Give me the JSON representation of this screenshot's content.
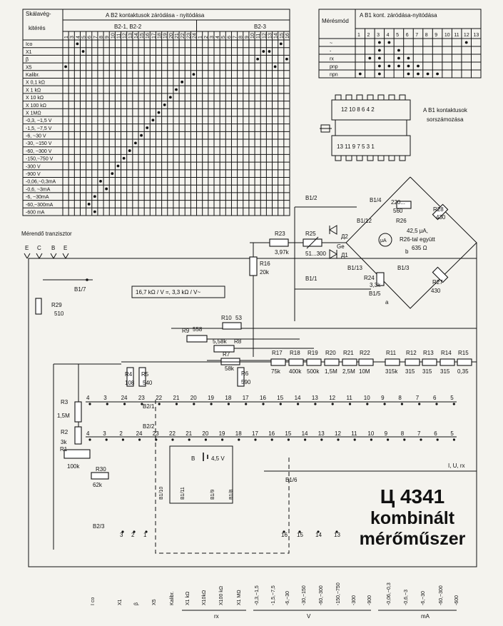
{
  "left_table": {
    "header_col1": "Skálavég-kitérés",
    "header_main": "A B2 kontaktusok záródása - nyitódása",
    "group1": "B2-1, B2-2",
    "group2": "B2-3",
    "contact_numbers": [
      "1",
      "3",
      "4",
      "5",
      "6",
      "7",
      "8",
      "9",
      "10",
      "11",
      "12",
      "13",
      "14",
      "15",
      "16",
      "17",
      "18",
      "19",
      "20",
      "21",
      "22",
      "23",
      "24",
      "1",
      "2",
      "3",
      "4",
      "5",
      "6",
      "7",
      "8",
      "9",
      "10",
      "11",
      "12",
      "13",
      "14",
      "15",
      "16"
    ],
    "rows": [
      "Ico",
      "X1",
      "β",
      "X5",
      "Kalibr.",
      "X 0,1 kΩ",
      "X 1 kΩ",
      "X 10 kΩ",
      "X 100 kΩ",
      "X 1MΩ",
      "-0,3, ~1,5 V",
      "-1,5, ~7,5 V",
      "-6, ~30 V",
      "-30, ~150 V",
      "-60, ~300 V",
      "-150,~750 V",
      "-300 V",
      "-900 V",
      "-0,06,~0,3mA",
      "-0,6, ~3mA",
      "-6, ~30mA",
      "-60,~300mA",
      "-600 mA"
    ]
  },
  "right_table": {
    "header_col1": "Mérésmód",
    "header_main": "A B1 kont. záródása-nyitódása",
    "contact_numbers": [
      "1",
      "2",
      "3",
      "4",
      "5",
      "6",
      "7",
      "8",
      "9",
      "10",
      "11",
      "12",
      "13"
    ],
    "rows": [
      "~",
      "-",
      "rx",
      "pnp",
      "npn"
    ]
  },
  "b1_caption": "A B1 kontaktusok sorszámozása",
  "b1_top_numbers": "12 10 8 6 4 2",
  "b1_bottom_numbers": "13 11 9 7 5 3 1",
  "transistor_label": "Mérendő tranzisztor",
  "transistor_pins": [
    "E",
    "C",
    "B",
    "E"
  ],
  "sensitivity": "16,7 kΩ / V =,   3,3 kΩ / V~",
  "components": {
    "r29": "R29",
    "r29v": "510",
    "b17": "B1/7",
    "r23": "R23",
    "r23v": "3,97k",
    "r25": "R25",
    "r25v": "51...300",
    "r16": "R16",
    "r16v": "20k",
    "b11": "B1/1",
    "b12": "B1/2",
    "b14": "B1/4",
    "b112": "B1/12",
    "b113": "B1/13",
    "b13": "B1/3",
    "b15": "B1/5",
    "d1": "Д1",
    "d2": "Д2",
    "ge": "Ge",
    "r26": "R26",
    "r26v1": "220...",
    "r26v2": "560",
    "r28": "R28",
    "r28v": "430",
    "r27": "R27",
    "r27v": "430",
    "r24": "R24",
    "r24v": "3,3k",
    "meter": "μA",
    "meter_info1": "42,5 μA,",
    "meter_info2": "R26-tal együtt",
    "meter_info3": "635 Ω",
    "pa": "a",
    "pb": "b",
    "r10": "R10",
    "r10v": "53",
    "r9": "R9",
    "r9v": "558",
    "r8": "R8",
    "r8v": "5,58k",
    "r7": "R7",
    "r7v": "58k",
    "r6": "R6",
    "r6v": "590",
    "r4": "R4",
    "r4v": "108",
    "r5": "R5",
    "r5v": "540",
    "r3": "R3",
    "r3v": "1,5M",
    "r2": "R2",
    "r2v": "3k",
    "r1": "R1",
    "r1v": "100k",
    "r30": "R30",
    "r30v": "62k",
    "r17": "R17",
    "r17v": "75k",
    "r18": "R18",
    "r18v": "400k",
    "r19": "R19",
    "r19v": "500k",
    "r20": "R20",
    "r20v": "1,5M",
    "r21": "R21",
    "r21v": "2,5M",
    "r22": "R22",
    "r22v": "10M",
    "r11": "R11",
    "r11v": "315k",
    "r12": "R12",
    "r12v": "315",
    "r13": "R13",
    "r13v": "315",
    "r14": "R14",
    "r14v": "315",
    "r15": "R15",
    "r15v": "0,35",
    "b21": "B2/1",
    "b22": "B2/2",
    "b23": "B2/3",
    "b110": "B1/10",
    "b111": "B1/11",
    "b19": "B1/9",
    "b18": "B1/8",
    "b16": "B1/6",
    "battery": "B",
    "battery_v": "4,5 V",
    "iur": "I, U, rx"
  },
  "switch_row1": [
    "4",
    "3",
    "24",
    "23",
    "22",
    "21",
    "20",
    "19",
    "18",
    "17",
    "16",
    "15",
    "14",
    "13",
    "12",
    "11",
    "10",
    "9",
    "8",
    "7",
    "6",
    "5"
  ],
  "switch_row2": [
    "4",
    "3",
    "2",
    "24",
    "23",
    "22",
    "21",
    "20",
    "19",
    "18",
    "17",
    "16",
    "15",
    "14",
    "13",
    "12",
    "11",
    "10",
    "9",
    "8",
    "7",
    "6",
    "5"
  ],
  "bottom_labels": [
    "I co",
    "X1",
    "β",
    "X5",
    "Kalibr.",
    "X1 kΩ",
    "X10kΩ",
    "X100 kΩ",
    "X1 MΩ",
    "-0,3,~1,5",
    "-1,5,~7,5",
    "-6,~30",
    "-30,~150",
    "-60,~300",
    "-150,~750",
    "-300",
    "-900",
    "-0,06,~0,3",
    "-0,6,~3",
    "-6,~30",
    "-60,~300",
    "-600"
  ],
  "bottom_groups": {
    "rx": "rx",
    "v": "V",
    "ma": "mA"
  },
  "title": {
    "line1": "Ц 4341",
    "line2": "kombinált",
    "line3": "mérőműszer"
  }
}
